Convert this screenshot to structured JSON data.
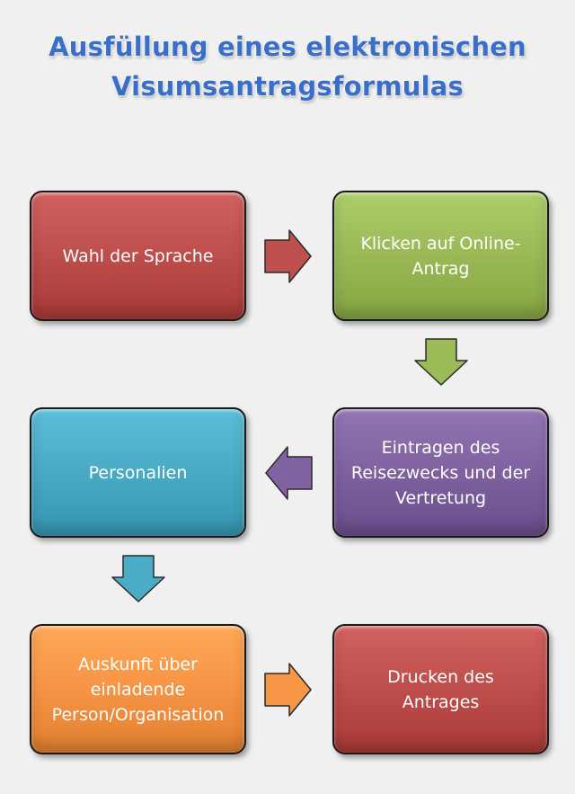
{
  "title": {
    "line1": "Ausfüllung eines elektronischen",
    "line2": "Visumsantragsformulas"
  },
  "steps": [
    {
      "label": "Wahl der Sprache",
      "color": "#c0504d"
    },
    {
      "label": "Klicken auf Online-\nAntrag",
      "color": "#9bbb59"
    },
    {
      "label": "Eintragen des\nReisezwecks und der\nVertretung",
      "color": "#8064a2"
    },
    {
      "label": "Personalien",
      "color": "#4bacc6"
    },
    {
      "label": "Auskunft über\neinladende\nPerson/Organisation",
      "color": "#f79646"
    },
    {
      "label": "Drucken des\nAntrages",
      "color": "#c0504d"
    }
  ],
  "arrows": [
    {
      "direction": "right",
      "color": "#c0504d"
    },
    {
      "direction": "down",
      "color": "#9bbb59"
    },
    {
      "direction": "left",
      "color": "#8064a2"
    },
    {
      "direction": "down",
      "color": "#4bacc6"
    },
    {
      "direction": "right",
      "color": "#f79646"
    }
  ]
}
